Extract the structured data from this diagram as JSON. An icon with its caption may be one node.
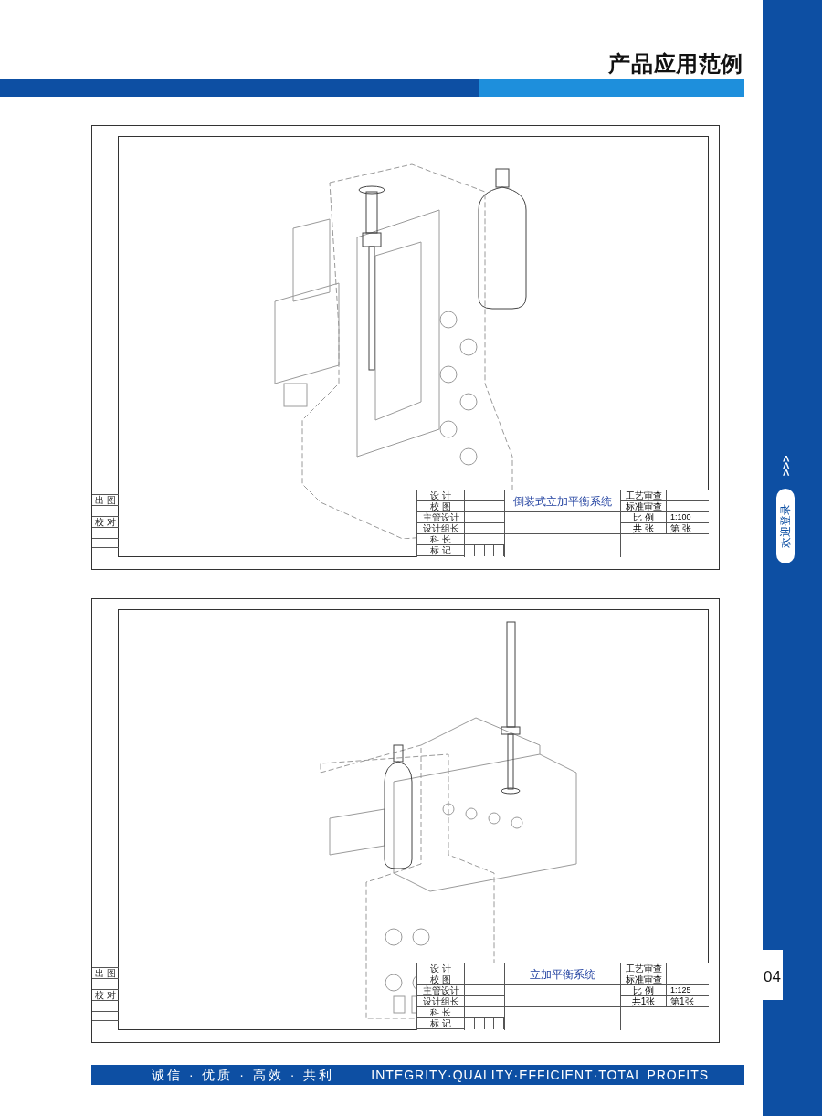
{
  "diagram": {
    "title": "产品应用范例",
    "nodes": [
      {
        "text": [
          "倒装式立加平衡系统"
        ]
      },
      {
        "text": [
          "立加平衡系统"
        ]
      }
    ],
    "labels": [
      "出 图",
      "校 对",
      "设 计",
      "校 图",
      "主管设计",
      "设计组长",
      "科 长",
      "标 记",
      "工艺审查",
      "标准审查",
      "比 例",
      "1:100",
      "共 张",
      "第 张",
      "出 图",
      "校 对",
      "设 计",
      "校 图",
      "主管设计",
      "设计组长",
      "科 长",
      "标 记",
      "工艺审查",
      "标准审查",
      "比 例",
      "1:125",
      "共1张",
      "第1张",
      "欢迎登录",
      ">>>",
      "04",
      "诚信 · 优质 · 高效 · 共利",
      "INTEGRITY·QUALITY·EFFICIENT·TOTAL PROFITS"
    ]
  }
}
